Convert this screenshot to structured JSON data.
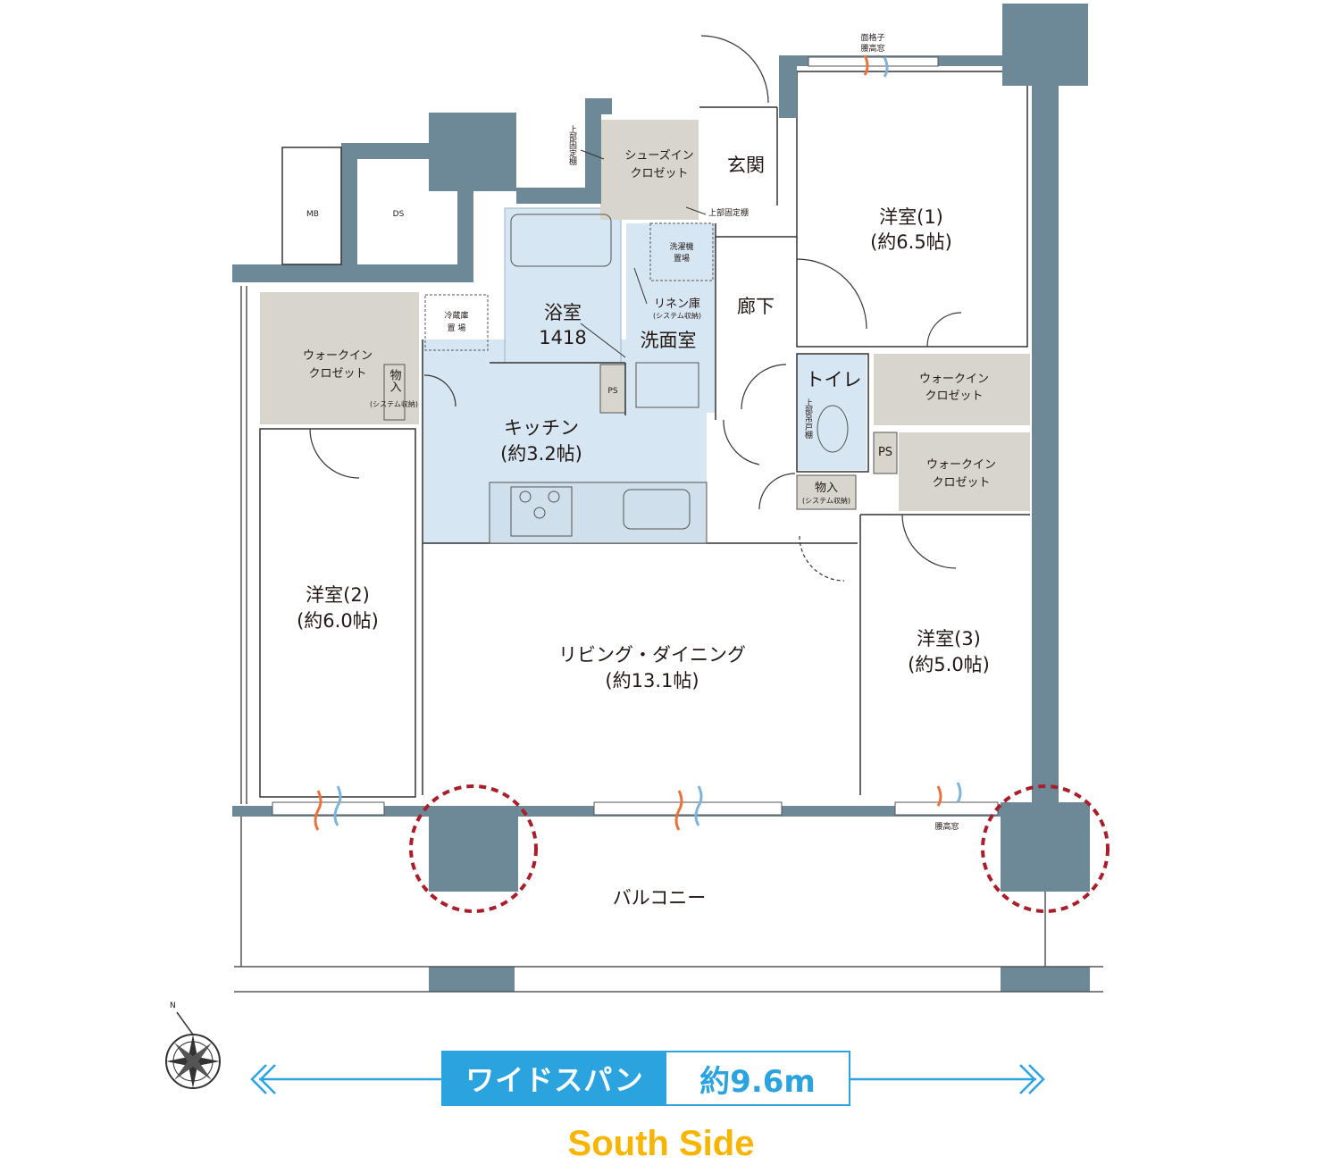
{
  "rooms": {
    "western1": {
      "name": "洋室(1)",
      "size": "(約6.5帖)"
    },
    "western2": {
      "name": "洋室(2)",
      "size": "(約6.0帖)"
    },
    "western3": {
      "name": "洋室(3)",
      "size": "(約5.0帖)"
    },
    "living": {
      "name": "リビング・ダイニング",
      "size": "(約13.1帖)"
    },
    "kitchen": {
      "name": "キッチン",
      "size": "(約3.2帖)"
    },
    "bath": {
      "name": "浴室",
      "size": "1418"
    },
    "washroom": "洗面室",
    "corridor": "廊下",
    "entrance": "玄関",
    "toilet": "トイレ",
    "balcony": "バルコニー",
    "mb": "MB",
    "ds": "DS"
  },
  "storage": {
    "shoe_closet": [
      "シューズイン",
      "クロゼット"
    ],
    "wic_left": [
      "ウォークイン",
      "クロゼット"
    ],
    "wic_right_upper": [
      "ウォークイン",
      "クロゼット"
    ],
    "wic_right_lower": [
      "ウォークイン",
      "クロゼット"
    ],
    "storage_left": [
      "物入",
      "(システム収納)"
    ],
    "storage_hall": [
      "物入",
      "(システム収納)"
    ],
    "linen": [
      "リネン庫",
      "(システム収納)"
    ],
    "fridge": [
      "冷蔵庫",
      "置 場"
    ],
    "washer": [
      "洗濯機",
      "置場"
    ],
    "ps": "PS"
  },
  "notes": {
    "upper_shelf_vertical": "上部固定棚",
    "upper_shelf_horizontal": "上部固定棚",
    "toilet_cabinet": "上部吊戸棚",
    "grille_window": [
      "面格子",
      "腰高窓"
    ],
    "waist_window": "腰高窓"
  },
  "compass": {
    "north": "N"
  },
  "wide_span": {
    "label": "ワイドスパン",
    "value": "約9.6m"
  },
  "orientation": "South Side",
  "colors": {
    "wall": "#6d8896",
    "wet_area": "#d6e7f3",
    "closet": "#d8d6cc",
    "accent": "#2ba3de",
    "orientation": "#f7b500",
    "marker": "#a81e2a"
  }
}
